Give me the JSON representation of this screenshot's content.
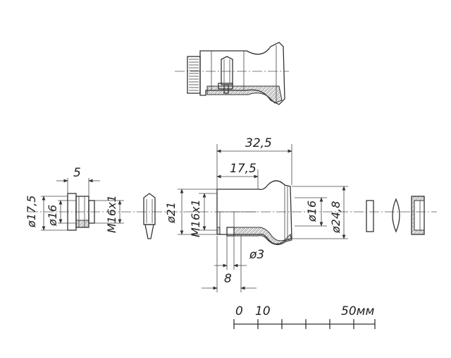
{
  "assembled_view": {
    "label": ""
  },
  "dimensions": {
    "length_total": "32,5",
    "length_thread": "17,5",
    "nut_width": "5",
    "nut_outer_dia": "ø17,5",
    "nut_inner_dia": "ø16",
    "nut_thread": "M16x1",
    "body_dia_21": "ø21",
    "body_thread": "M16x1",
    "body_dia_16": "ø16",
    "body_dia_24_8": "ø24,8",
    "hole_dia": "ø3",
    "offset_8": "8"
  },
  "scale_bar": {
    "label_0": "0",
    "label_10": "10",
    "label_50": "50мм"
  }
}
